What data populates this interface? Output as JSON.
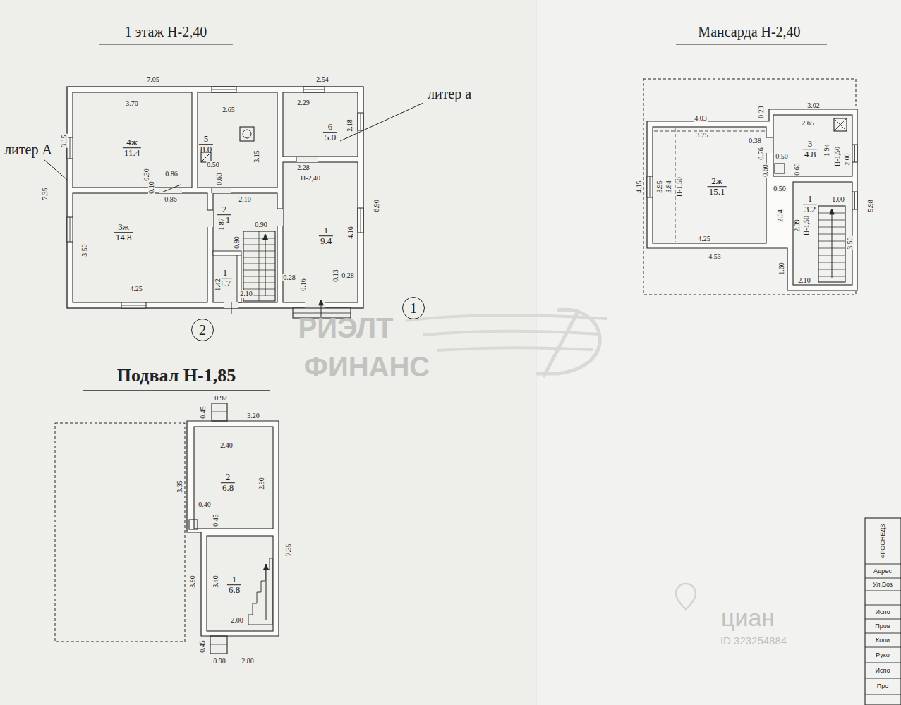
{
  "diagram": {
    "nodes": [
      {
        "text": [
          "4ж",
          "11.4"
        ]
      },
      {
        "text": [
          "5",
          "8.0"
        ]
      },
      {
        "text": [
          "6",
          "5.0"
        ]
      },
      {
        "text": [
          "3ж",
          "14.8"
        ]
      },
      {
        "text": [
          "2",
          "4.1"
        ]
      },
      {
        "text": [
          "1",
          "9.4"
        ]
      },
      {
        "text": [
          "1",
          "1.7"
        ]
      },
      {
        "text": [
          "2"
        ]
      },
      {
        "text": [
          "1"
        ]
      },
      {
        "text": [
          "2ж",
          "15.1"
        ]
      },
      {
        "text": [
          "3",
          "4.8"
        ]
      },
      {
        "text": [
          "1",
          "3.2"
        ]
      },
      {
        "text": [
          "2",
          "6.8"
        ]
      },
      {
        "text": [
          "1",
          "6.8"
        ]
      }
    ],
    "labels": [
      "1 этаж Н-2,40",
      "Мансарда Н-2,40",
      "Подвал Н-1,85",
      "литер а",
      "литер А",
      "7.05",
      "2.54",
      "3.70",
      "2.65",
      "2.29",
      "2.18",
      "3.15",
      "3.15",
      "0.50",
      "0.30",
      "0.86",
      "0.10",
      "0.86",
      "0.60",
      "2.10",
      "2.28",
      "Н-2,40",
      "6.90",
      "4.16",
      "1.87",
      "0.90",
      "0.80",
      "7.35",
      "3.50",
      "1.42",
      "4.25",
      "2.10",
      "0.28",
      "0.16",
      "0.13",
      "0.28",
      "4.03",
      "0.23",
      "3.02",
      "3.75",
      "0.38",
      "2.65",
      "1.94",
      "Н-1,50",
      "2.00",
      "4.15",
      "3.95",
      "3.84",
      "Н-1,50",
      "0.76",
      "0.50",
      "0.60",
      "0.60",
      "0.50",
      "2.04",
      "2.39",
      "Н-1,50",
      "1.00",
      "5.98",
      "3.50",
      "4.25",
      "4.53",
      "1.60",
      "2.10",
      "0.92",
      "3.20",
      "0.45",
      "2.40",
      "2.90",
      "3.35",
      "0.40",
      "0.45",
      "7.35",
      "3.80",
      "3.40",
      "2.00",
      "0.45",
      "0.90",
      "2.80",
      "РИЭЛТ",
      "ФИНАНС",
      "циан",
      "ID 323254884",
      "«РОСНЕДВ",
      "Адрес",
      "Ул.Воз",
      "Испо",
      "Пров",
      "Копи",
      "Руко",
      "Испо",
      "Про"
    ]
  }
}
